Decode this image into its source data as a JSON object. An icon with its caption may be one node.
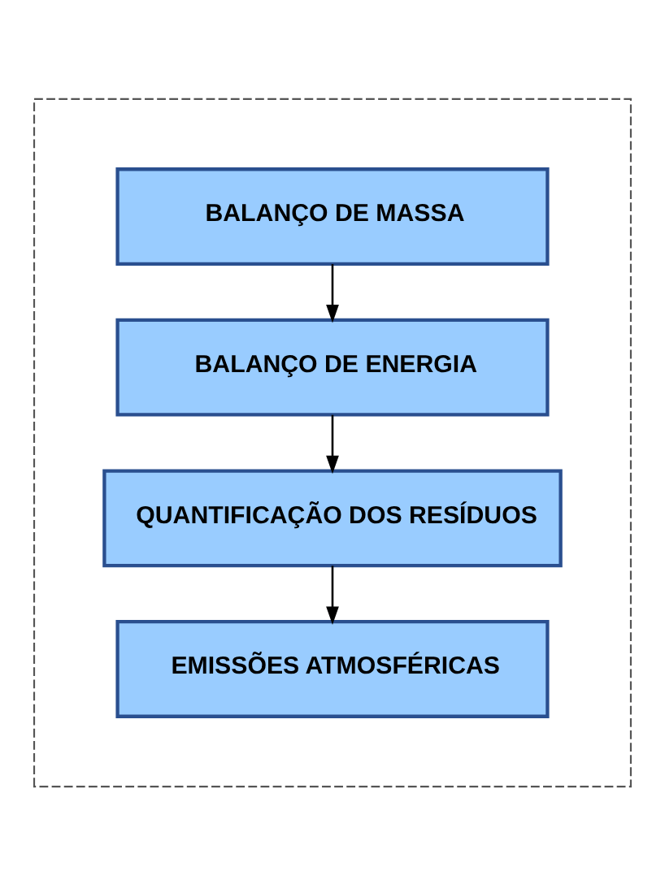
{
  "diagram": {
    "nodes": [
      {
        "text": [],
        "shape": "box"
      },
      {
        "text": [
          "BALANÇO DE MASSA"
        ],
        "in": 0
      },
      {
        "text": [
          "BALANÇO DE ENERGIA"
        ],
        "in": 0
      },
      {
        "text": [
          "QUANTIFICAÇÃO DOS RESÍDUOS"
        ],
        "in": 0
      },
      {
        "text": [
          "EMISSÕES ATMOSFÉRICAS"
        ],
        "in": 0
      }
    ],
    "edges": [
      {
        "from": 1,
        "to": 2,
        "arrow": "to"
      },
      {
        "from": 2,
        "to": 3,
        "arrow": "to"
      },
      {
        "from": 3,
        "to": 4,
        "arrow": "to"
      }
    ]
  }
}
